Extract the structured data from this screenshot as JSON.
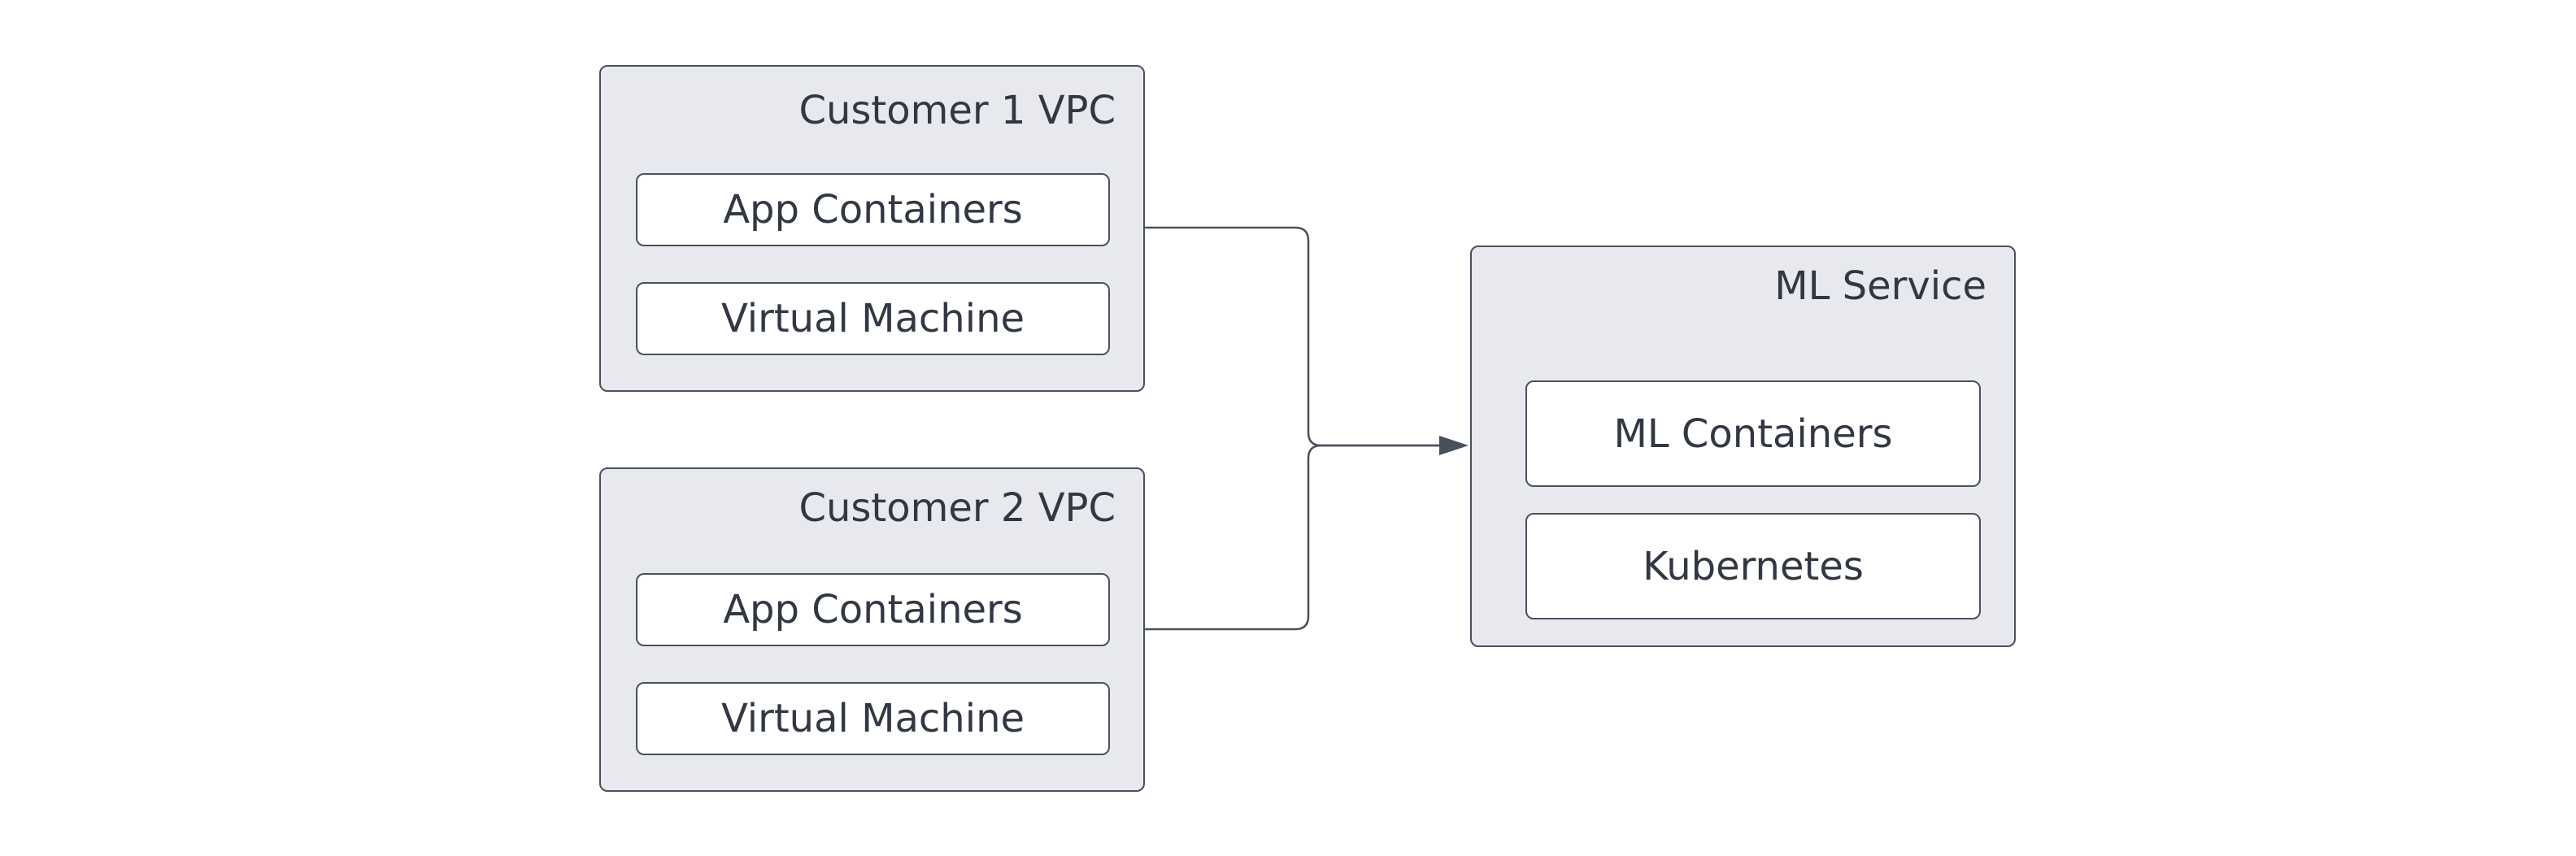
{
  "diagram": {
    "groups": [
      {
        "id": "customer1",
        "title": "Customer 1 VPC",
        "nodes": [
          "App Containers",
          "Virtual Machine"
        ]
      },
      {
        "id": "customer2",
        "title": "Customer 2 VPC",
        "nodes": [
          "App Containers",
          "Virtual Machine"
        ]
      },
      {
        "id": "ml",
        "title": "ML Service",
        "nodes": [
          "ML Containers",
          "Kubernetes"
        ]
      }
    ],
    "edges": [
      {
        "from": "customer1",
        "to": "ml"
      },
      {
        "from": "customer2",
        "to": "ml"
      }
    ],
    "colors": {
      "group_fill": "#e8e9ee",
      "node_fill": "#ffffff",
      "stroke": "#4a505b",
      "text": "#323843"
    }
  }
}
